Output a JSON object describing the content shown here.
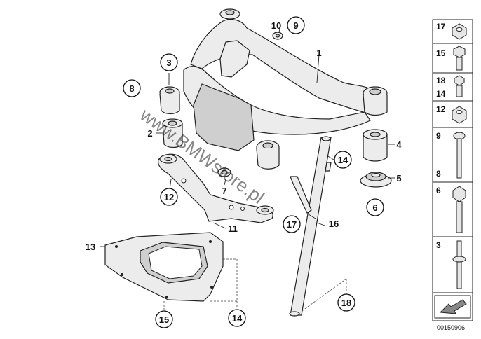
{
  "callouts": {
    "c1": "1",
    "c2": "2",
    "c3": "3",
    "c4": "4",
    "c5": "5",
    "c6": "6",
    "c7": "7",
    "c8": "8",
    "c9": "9",
    "c10": "10",
    "c11": "11",
    "c12": "12",
    "c13": "13",
    "c14a": "14",
    "c14b": "14",
    "c15": "15",
    "c16": "16",
    "c17": "17",
    "c18": "18"
  },
  "legend": {
    "r17": "17",
    "r15": "15",
    "r18": "18",
    "r14": "14",
    "r12": "12",
    "r9": "9",
    "r8": "8",
    "r6": "6",
    "r3": "3"
  },
  "watermark": "www.BMWstore.pl",
  "diagram_code": "00150906"
}
